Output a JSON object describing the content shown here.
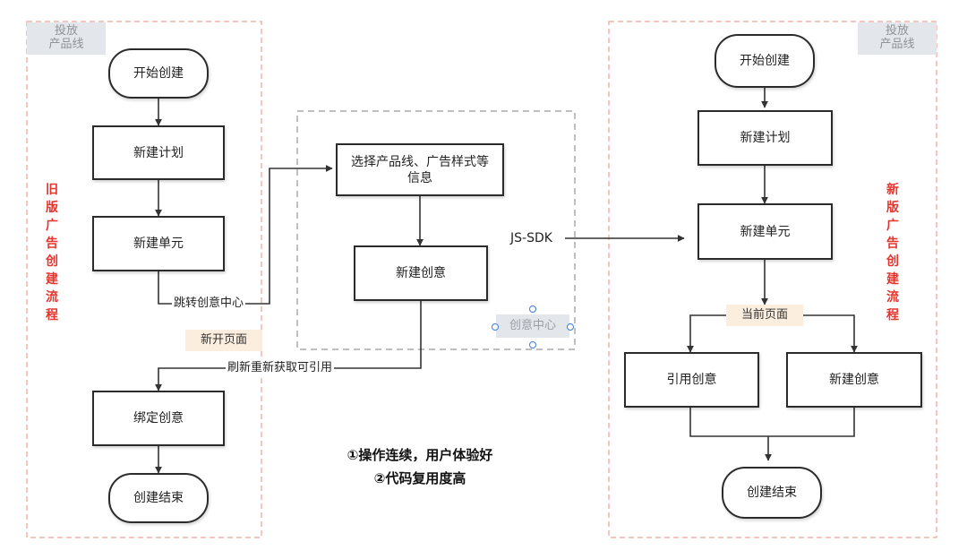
{
  "old_flow": {
    "product_tag": "投放\n产品线",
    "lane_label": "旧版广告创建流程",
    "start": "开始创建",
    "plan": "新建计划",
    "unit": "新建单元",
    "jump_label": "跳转创意中心",
    "new_page_note": "新开页面",
    "refresh_label": "刷新重新获取可引用",
    "bind": "绑定创意",
    "end": "创建结束"
  },
  "creative_center": {
    "select": "选择产品线、广告样式等\n信息",
    "new_creative": "新建创意",
    "tag": "创意中心"
  },
  "sdk_label": "JS-SDK",
  "summary": {
    "line1": "①操作连续，用户体验好",
    "line2": "②代码复用度高"
  },
  "new_flow": {
    "product_tag": "投放\n产品线",
    "lane_label": "新版广告创建流程",
    "start": "开始创建",
    "plan": "新建计划",
    "unit": "新建单元",
    "current_page_note": "当前页面",
    "reference": "引用创意",
    "new_creative": "新建创意",
    "end": "创建结束"
  },
  "colors": {
    "lane_border": "#f0b3ab",
    "lane_text": "#e4352e",
    "tag_bg": "#e3e6ea",
    "note_bg": "#fbeede",
    "group_border": "#bfbfbf",
    "line": "#333333"
  }
}
